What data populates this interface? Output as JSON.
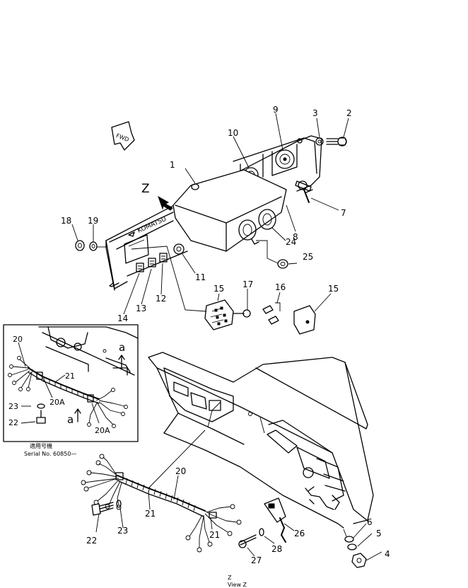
{
  "callouts": {
    "c1": "1",
    "c2": "2",
    "c3": "3",
    "c4": "4",
    "c5": "5",
    "c6": "6",
    "c7": "7",
    "c8": "8",
    "c9": "9",
    "c10": "10",
    "c11": "11",
    "c12": "12",
    "c13": "13",
    "c14": "14",
    "c15a": "15",
    "c15b": "15",
    "c16": "16",
    "c17": "17",
    "c18": "18",
    "c19": "19",
    "c20": "20",
    "c21a": "21",
    "c21b": "21",
    "c22": "22",
    "c23": "23",
    "c24": "24",
    "c25": "25",
    "c26": "26",
    "c27": "27",
    "c28": "28"
  },
  "view_marker": "Z",
  "fwd_label": "FWD",
  "brand_label": "KOMATSU",
  "inset": {
    "c20": "20",
    "c20a_1": "20A",
    "c20a_2": "20A",
    "c21": "21",
    "c22": "22",
    "c23": "23",
    "a1": "a",
    "a2": "a",
    "serial_caption_jp": "適用号機",
    "serial_caption": "Serial No. 60850—"
  },
  "view_caption_top": "Z",
  "view_caption_bottom": "View Z"
}
